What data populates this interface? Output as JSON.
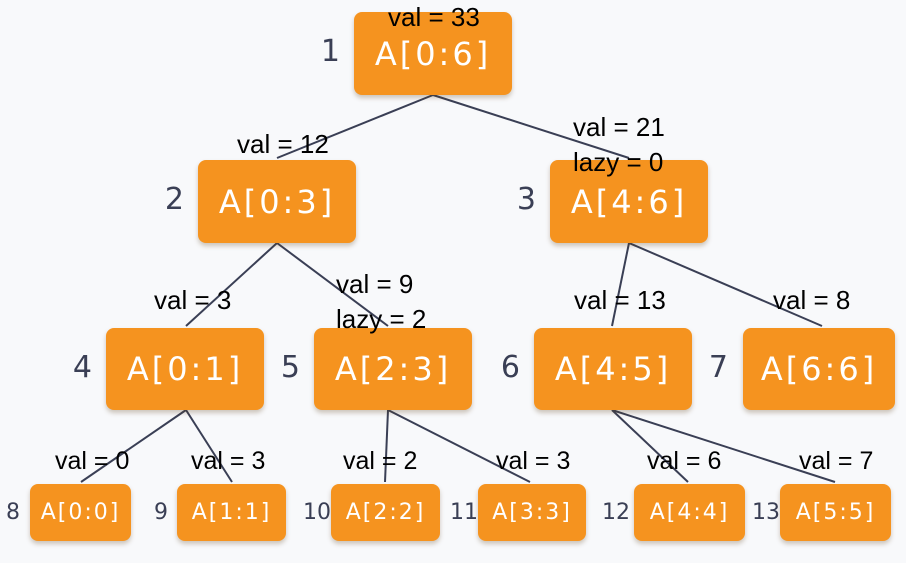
{
  "tree": {
    "nodes": [
      {
        "id": 1,
        "index": "1",
        "range": "A[0:6]",
        "val": "val = 33",
        "lazy": ""
      },
      {
        "id": 2,
        "index": "2",
        "range": "A[0:3]",
        "val": "val = 12",
        "lazy": ""
      },
      {
        "id": 3,
        "index": "3",
        "range": "A[4:6]",
        "val": "val = 21",
        "lazy": "lazy = 0"
      },
      {
        "id": 4,
        "index": "4",
        "range": "A[0:1]",
        "val": "val = 3",
        "lazy": ""
      },
      {
        "id": 5,
        "index": "5",
        "range": "A[2:3]",
        "val": "val = 9",
        "lazy": "lazy = 2"
      },
      {
        "id": 6,
        "index": "6",
        "range": "A[4:5]",
        "val": "val = 13",
        "lazy": ""
      },
      {
        "id": 7,
        "index": "7",
        "range": "A[6:6]",
        "val": "val = 8",
        "lazy": ""
      },
      {
        "id": 8,
        "index": "8",
        "range": "A[0:0]",
        "val": "val = 0",
        "lazy": ""
      },
      {
        "id": 9,
        "index": "9",
        "range": "A[1:1]",
        "val": "val = 3",
        "lazy": ""
      },
      {
        "id": 10,
        "index": "10",
        "range": "A[2:2]",
        "val": "val = 2",
        "lazy": ""
      },
      {
        "id": 11,
        "index": "11",
        "range": "A[3:3]",
        "val": "val = 3",
        "lazy": ""
      },
      {
        "id": 12,
        "index": "12",
        "range": "A[4:4]",
        "val": "val = 6",
        "lazy": ""
      },
      {
        "id": 13,
        "index": "13",
        "range": "A[5:5]",
        "val": "val = 7",
        "lazy": ""
      }
    ],
    "edges": [
      [
        1,
        2
      ],
      [
        1,
        3
      ],
      [
        2,
        4
      ],
      [
        2,
        5
      ],
      [
        3,
        6
      ],
      [
        3,
        7
      ],
      [
        4,
        8
      ],
      [
        4,
        9
      ],
      [
        5,
        10
      ],
      [
        5,
        11
      ],
      [
        6,
        12
      ],
      [
        6,
        13
      ]
    ],
    "colors": {
      "node_fill": "#f5931f",
      "node_text": "#ffffff",
      "index_text": "#3a3f55",
      "edge": "#3a3f55"
    }
  }
}
